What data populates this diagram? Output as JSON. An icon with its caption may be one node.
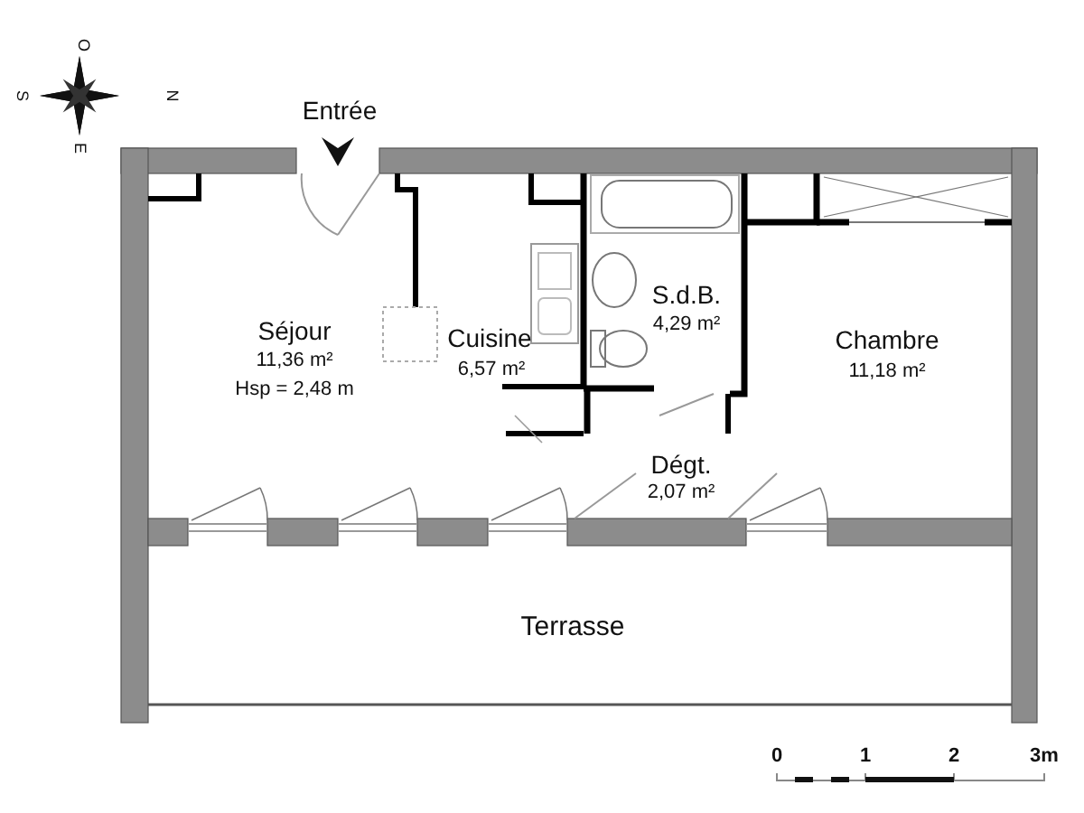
{
  "diagram": {
    "labels": [
      "O",
      "S",
      "N",
      "E",
      "Entrée",
      "Séjour",
      "11,36 m²",
      "Hsp = 2,48 m",
      "Cuisine",
      "6,57 m²",
      "S.d.B.",
      "4,29 m²",
      "Chambre",
      "11,18 m²",
      "Dégt.",
      "2,07 m²",
      "Terrasse",
      "0",
      "1",
      "2",
      "3m"
    ]
  }
}
